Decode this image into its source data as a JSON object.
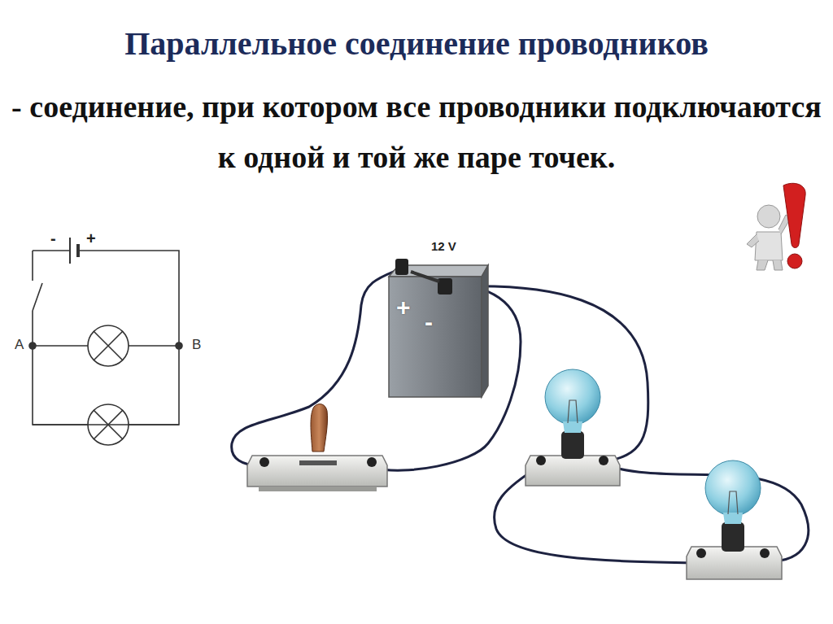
{
  "diagram": {
    "title": "Параллельное соединение проводников",
    "labels": [
      "- соединение, при котором все проводники подключаются к одной и той же паре точек.",
      "-",
      "+",
      "A",
      "B",
      "12 V",
      "+",
      "-"
    ]
  }
}
